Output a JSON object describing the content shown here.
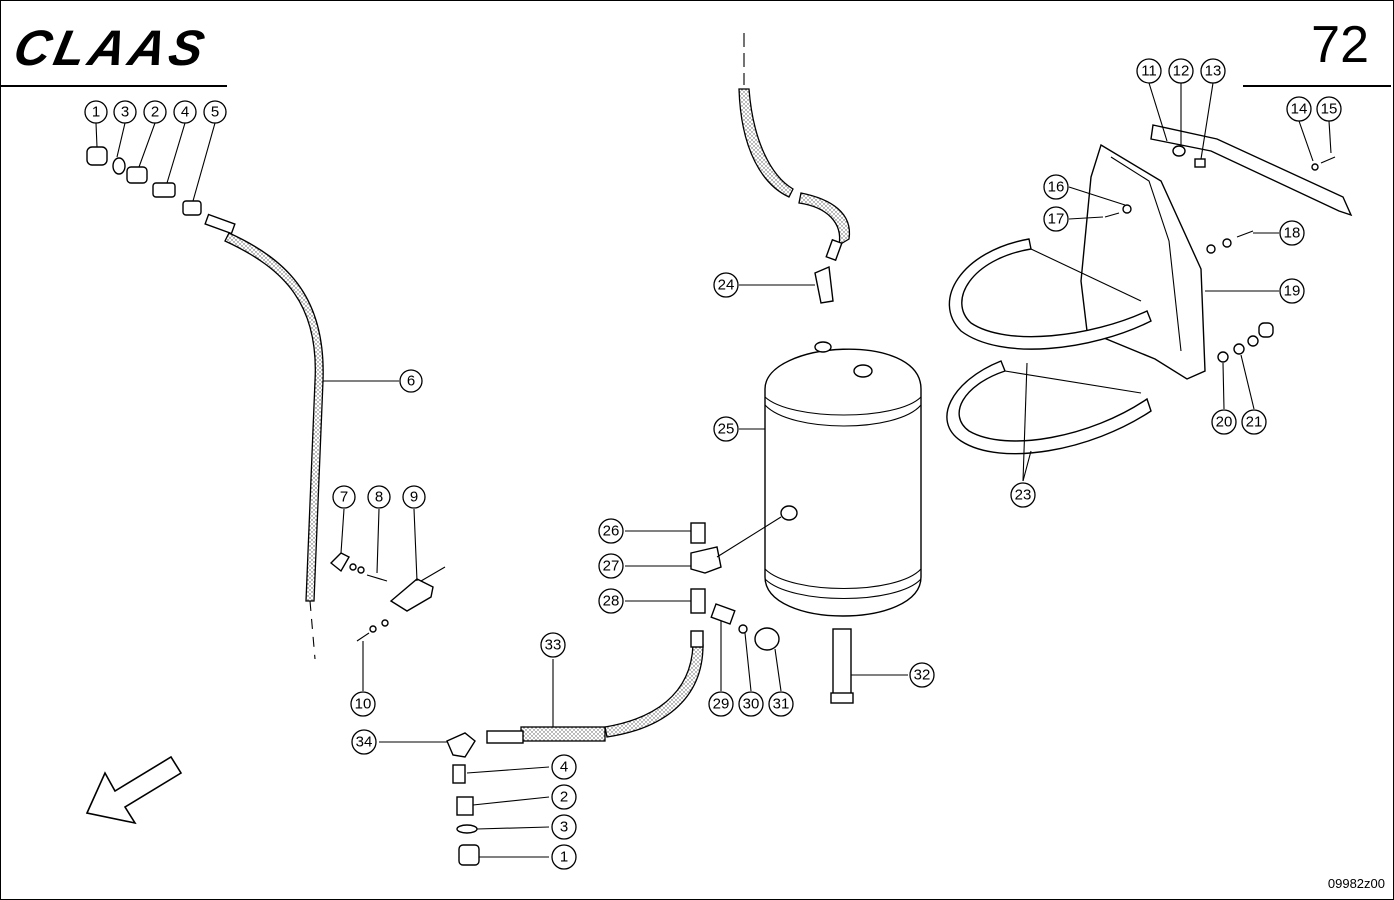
{
  "header": {
    "brand": "CLAAS",
    "page_number": "72"
  },
  "footer": {
    "drawing_code": "09982z00"
  },
  "callouts": [
    {
      "id": "c1a",
      "label": "1"
    },
    {
      "id": "c3a",
      "label": "3"
    },
    {
      "id": "c2a",
      "label": "2"
    },
    {
      "id": "c4a",
      "label": "4"
    },
    {
      "id": "c5",
      "label": "5"
    },
    {
      "id": "c6",
      "label": "6"
    },
    {
      "id": "c7",
      "label": "7"
    },
    {
      "id": "c8",
      "label": "8"
    },
    {
      "id": "c9",
      "label": "9"
    },
    {
      "id": "c10",
      "label": "10"
    },
    {
      "id": "c11",
      "label": "11"
    },
    {
      "id": "c12",
      "label": "12"
    },
    {
      "id": "c13",
      "label": "13"
    },
    {
      "id": "c14",
      "label": "14"
    },
    {
      "id": "c15",
      "label": "15"
    },
    {
      "id": "c16",
      "label": "16"
    },
    {
      "id": "c17",
      "label": "17"
    },
    {
      "id": "c18",
      "label": "18"
    },
    {
      "id": "c19",
      "label": "19"
    },
    {
      "id": "c20",
      "label": "20"
    },
    {
      "id": "c21",
      "label": "21"
    },
    {
      "id": "c23",
      "label": "23"
    },
    {
      "id": "c24",
      "label": "24"
    },
    {
      "id": "c25",
      "label": "25"
    },
    {
      "id": "c26",
      "label": "26"
    },
    {
      "id": "c27",
      "label": "27"
    },
    {
      "id": "c28",
      "label": "28"
    },
    {
      "id": "c29",
      "label": "29"
    },
    {
      "id": "c30",
      "label": "30"
    },
    {
      "id": "c31",
      "label": "31"
    },
    {
      "id": "c32",
      "label": "32"
    },
    {
      "id": "c33",
      "label": "33"
    },
    {
      "id": "c34",
      "label": "34"
    },
    {
      "id": "c4b",
      "label": "4"
    },
    {
      "id": "c2b",
      "label": "2"
    },
    {
      "id": "c3b",
      "label": "3"
    },
    {
      "id": "c1b",
      "label": "1"
    }
  ]
}
